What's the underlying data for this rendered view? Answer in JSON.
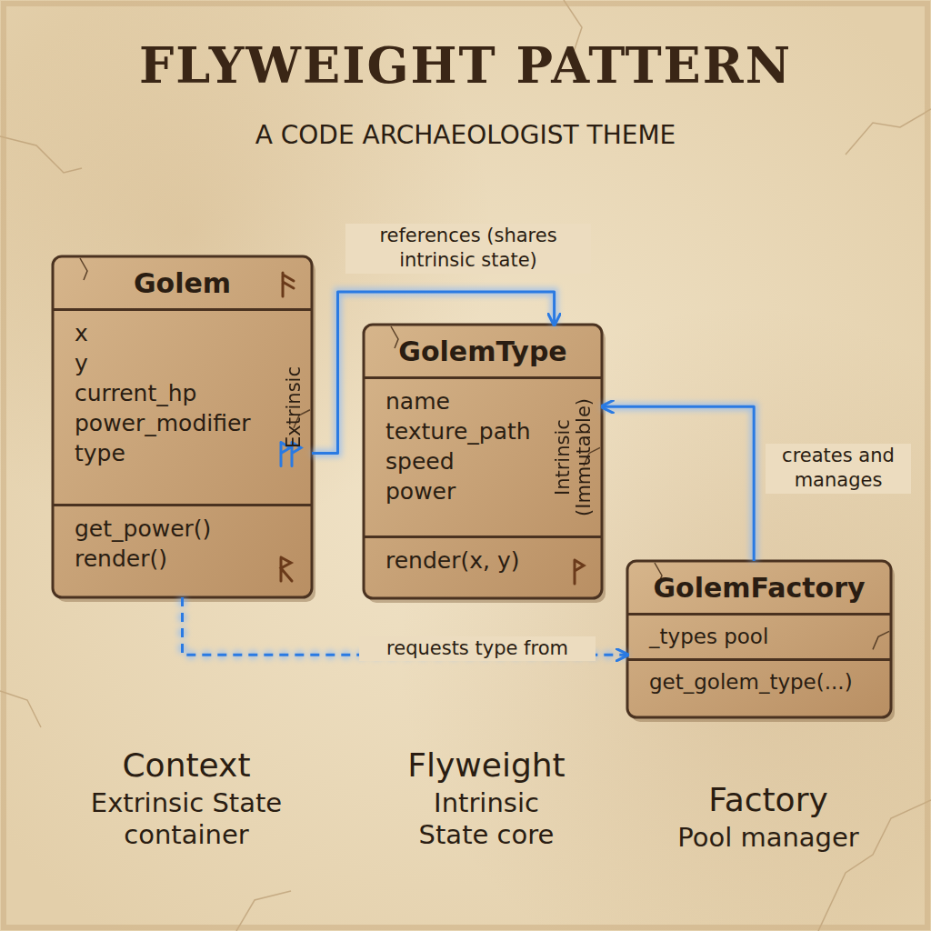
{
  "diagram": {
    "title": "FLYWEIGHT PATTERN",
    "nodes": [
      {
        "text": [
          "Golem",
          "x",
          "y",
          "current_hp",
          "power_modifier",
          "type",
          "Extrinsic",
          "get_power()",
          "render()"
        ]
      },
      {
        "text": [
          "GolemType",
          "name",
          "texture_path",
          "speed",
          "power",
          "Intrinsic (Immutable)",
          "render(x, y)"
        ]
      },
      {
        "text": [
          "GolemFactory",
          "_types pool",
          "get_golem_type(...)"
        ]
      }
    ],
    "edges": [
      {
        "from": 0,
        "to": 1,
        "label": "references (shares intrinsic state)",
        "arrow": "to"
      },
      {
        "from": 2,
        "to": 1,
        "label": "creates and manages",
        "arrow": "to"
      },
      {
        "from": 0,
        "to": 2,
        "label": "requests type from",
        "arrow": "to"
      }
    ],
    "labels": [
      "A CODE ARCHAEOLOGIST THEME",
      "Context",
      "Extrinsic State container",
      "Flyweight",
      "Intrinsic State core",
      "Factory",
      "Pool manager"
    ]
  }
}
